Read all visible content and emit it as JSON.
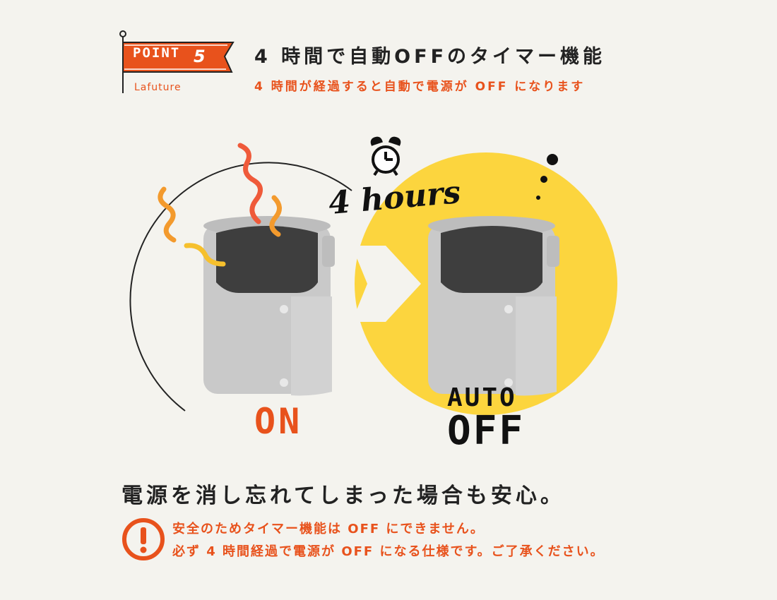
{
  "badge": {
    "point_label": "POINT",
    "point_number": "5",
    "brand": "Lafuture"
  },
  "header": {
    "title": "4 時間で自動OFFのタイマー機能",
    "subtitle": "4 時間が経過すると自動で電源が OFF になります"
  },
  "illustration": {
    "timer_label": "4 hours",
    "on_label": "ON",
    "auto_label": "AUTO",
    "off_label": "OFF"
  },
  "footer": {
    "headline": "電源を消し忘れてしまった場合も安心。",
    "note_line1": "安全のためタイマー機能は OFF にできません。",
    "note_line2": "必ず 4 時間経過で電源が OFF になる仕様です。ご了承ください。"
  },
  "colors": {
    "accent": "#e8521c",
    "yellow": "#fcd53e",
    "background": "#f4f3ee"
  },
  "icons": [
    "flag-badge-icon",
    "alarm-clock-icon",
    "heat-wave-icon",
    "sleep-dots-icon",
    "arrow-right-icon",
    "warning-icon"
  ]
}
